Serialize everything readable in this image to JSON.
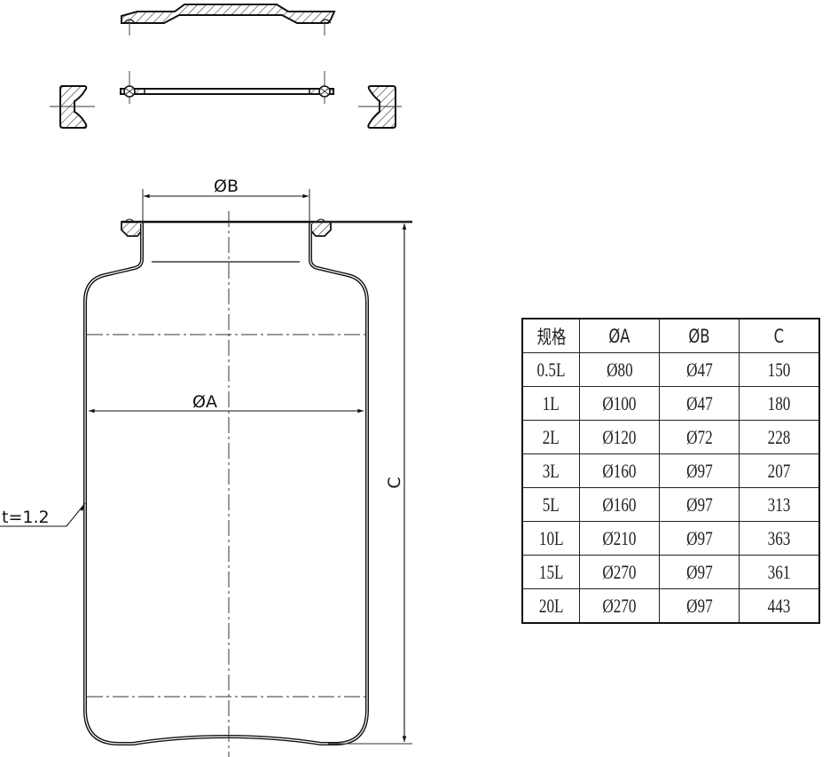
{
  "drawing": {
    "title": "Bottle dimension drawing",
    "labels": {
      "diameter_B": "ØB",
      "diameter_A": "ØA",
      "height_C": "C",
      "wall_thickness": "t=1.2"
    },
    "parts": [
      "lid",
      "gasket",
      "clamp-left",
      "clamp-right",
      "bottle-body"
    ]
  },
  "table": {
    "headers": [
      "规格",
      "ØA",
      "ØB",
      "C"
    ],
    "rows": [
      {
        "spec": "0.5L",
        "A": "Ø80",
        "B": "Ø47",
        "C": "150"
      },
      {
        "spec": "1L",
        "A": "Ø100",
        "B": "Ø47",
        "C": "180"
      },
      {
        "spec": "2L",
        "A": "Ø120",
        "B": "Ø72",
        "C": "228"
      },
      {
        "spec": "3L",
        "A": "Ø160",
        "B": "Ø97",
        "C": "207"
      },
      {
        "spec": "5L",
        "A": "Ø160",
        "B": "Ø97",
        "C": "313"
      },
      {
        "spec": "10L",
        "A": "Ø210",
        "B": "Ø97",
        "C": "363"
      },
      {
        "spec": "15L",
        "A": "Ø270",
        "B": "Ø97",
        "C": "361"
      },
      {
        "spec": "20L",
        "A": "Ø270",
        "B": "Ø97",
        "C": "443"
      }
    ]
  }
}
